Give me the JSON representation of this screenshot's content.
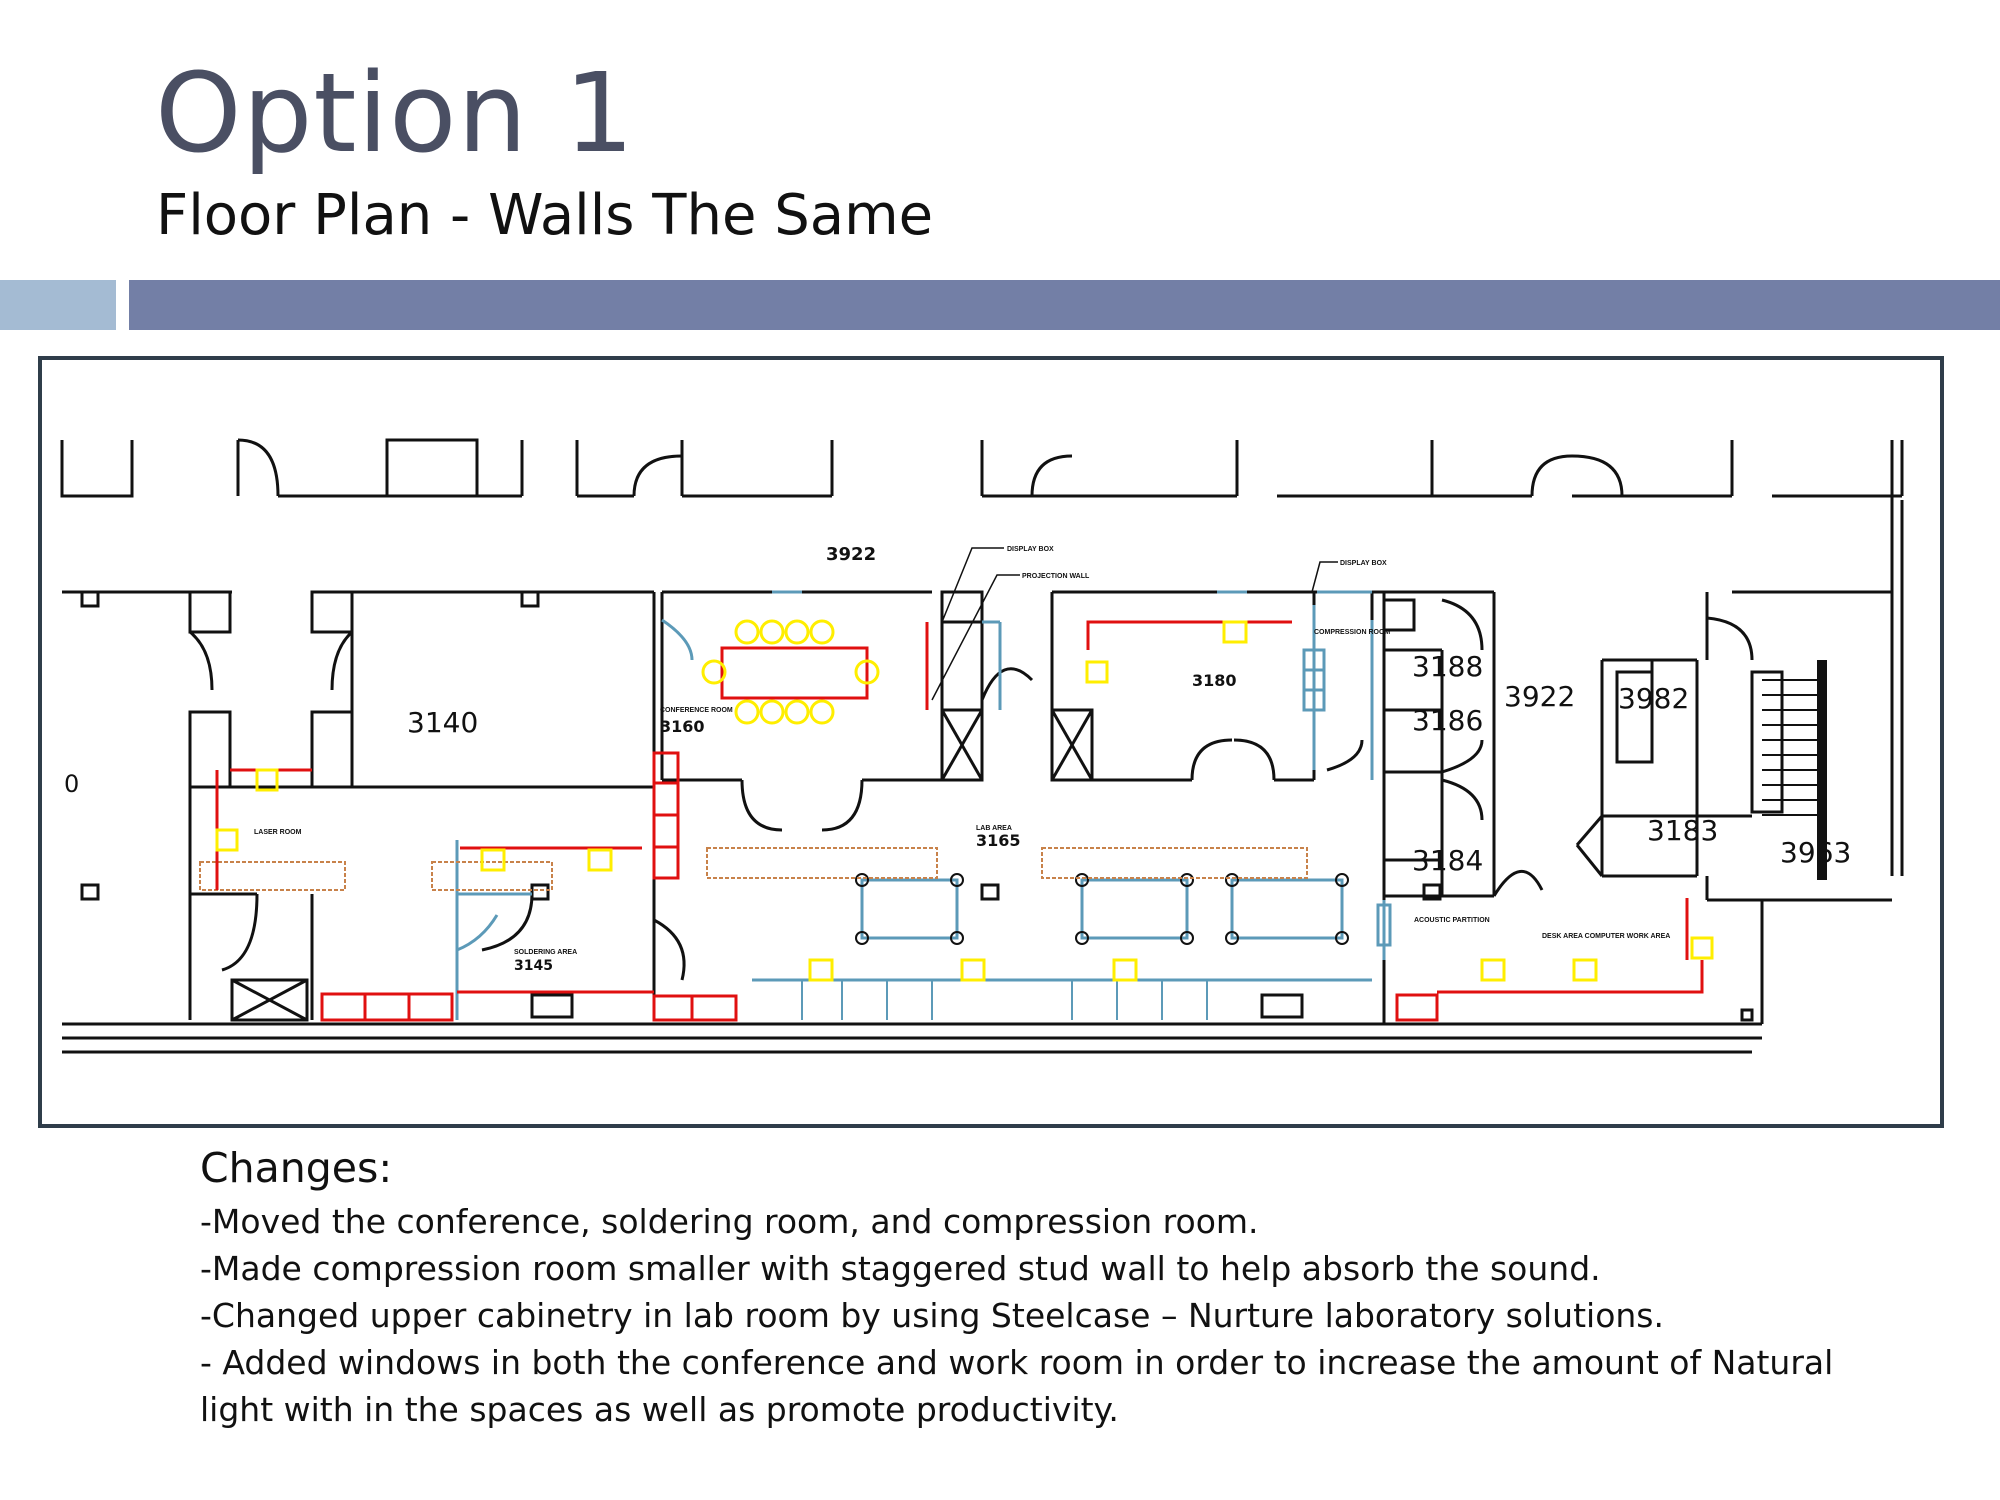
{
  "slide": {
    "title": "Option 1",
    "subtitle": "Floor Plan - Walls The Same"
  },
  "colors": {
    "accent_light": "#a4bbd3",
    "accent_dark": "#737fa6",
    "title_color": "#4a4f63",
    "frame": "#2f3d4a",
    "plan_red": "#e01010",
    "plan_yellow": "#ffee00",
    "plan_blue": "#5c9ab8",
    "plan_orange": "#c8824a"
  },
  "plan": {
    "rooms": {
      "r3140": "3140",
      "r3180": "3180",
      "r3160": "3160",
      "r3165": "3165",
      "r3145": "3145",
      "r3188": "3188",
      "r3186": "3186",
      "r3184": "3184",
      "r3922a": "3922",
      "r3922b": "3922",
      "r3982": "3982",
      "r3183": "3183",
      "r3963": "3963",
      "r0": "0"
    },
    "small_labels": {
      "display_box_1": "DISPLAY BOX",
      "projection_wall": "PROJECTION WALL",
      "display_box_2": "DISPLAY BOX",
      "compression_room": "COMPRESSION ROOM",
      "conference_room": "CONFERENCE ROOM",
      "laser_room": "LASER ROOM",
      "soldering_area": "SOLDERING AREA",
      "lab_area": "LAB AREA",
      "acoustic_partition": "ACOUSTIC PARTITION",
      "desk_area": "DESK AREA COMPUTER WORK AREA"
    }
  },
  "changes": {
    "heading": "Changes:",
    "items": [
      "-Moved the conference, soldering room, and compression room.",
      "-Made compression room smaller with staggered stud wall to help absorb the sound.",
      "-Changed upper cabinetry in lab room by using Steelcase – Nurture laboratory solutions.",
      "- Added windows in both the conference and work room in order to increase the amount of Natural",
      "light with in the spaces as well as promote productivity."
    ]
  }
}
